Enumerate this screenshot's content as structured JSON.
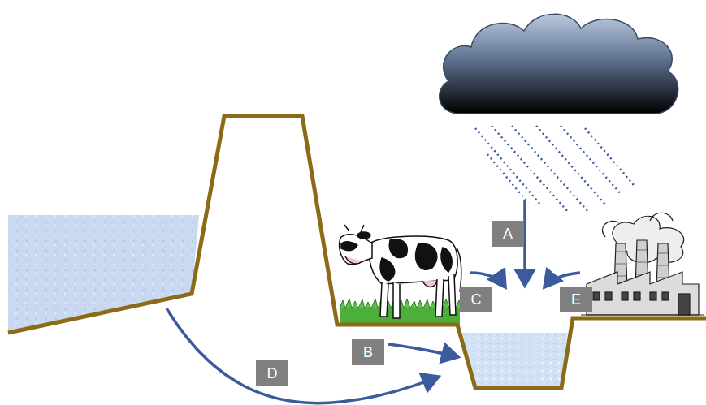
{
  "diagram": {
    "labels": [
      "A",
      "C",
      "E",
      "B",
      "D"
    ]
  }
}
